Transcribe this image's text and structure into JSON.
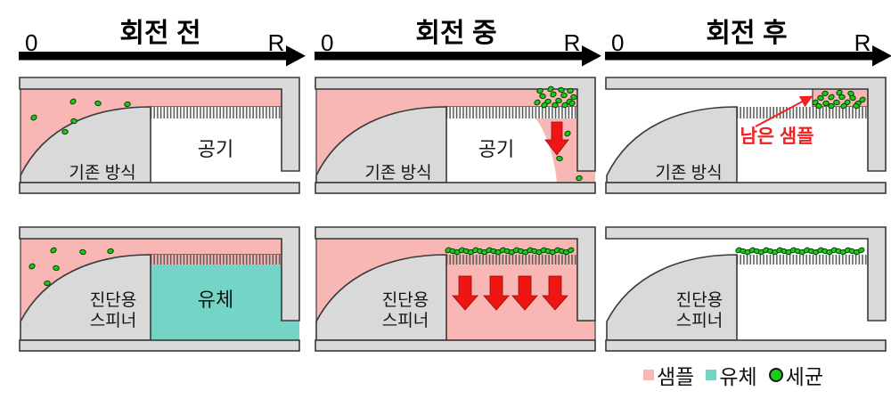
{
  "figure": {
    "stages": [
      {
        "title": "회전 전",
        "axis_start": "0",
        "axis_end": "R"
      },
      {
        "title": "회전 중",
        "axis_start": "0",
        "axis_end": "R"
      },
      {
        "title": "회전 후",
        "axis_start": "0",
        "axis_end": "R"
      }
    ],
    "conventional_row": {
      "method_label": "기존 방식",
      "air_label": "공기",
      "remaining_sample_label": "남은 샘플"
    },
    "spinner_row": {
      "method_label_line1": "진단용",
      "method_label_line2": "스피너",
      "fluid_label": "유체"
    },
    "legend": {
      "sample": "샘플",
      "fluid": "유체",
      "bacteria": "세균"
    },
    "colors": {
      "sample_pink": "#f8b6b4",
      "fluid_teal": "#74d4c5",
      "bacteria_green": "#18cc18",
      "chamber_gray": "#d9d9d9",
      "outline_dark": "#3a3a3a",
      "arrow_red": "#ee1515",
      "annotation_red": "#ee2222",
      "axis_black": "#000000"
    }
  }
}
